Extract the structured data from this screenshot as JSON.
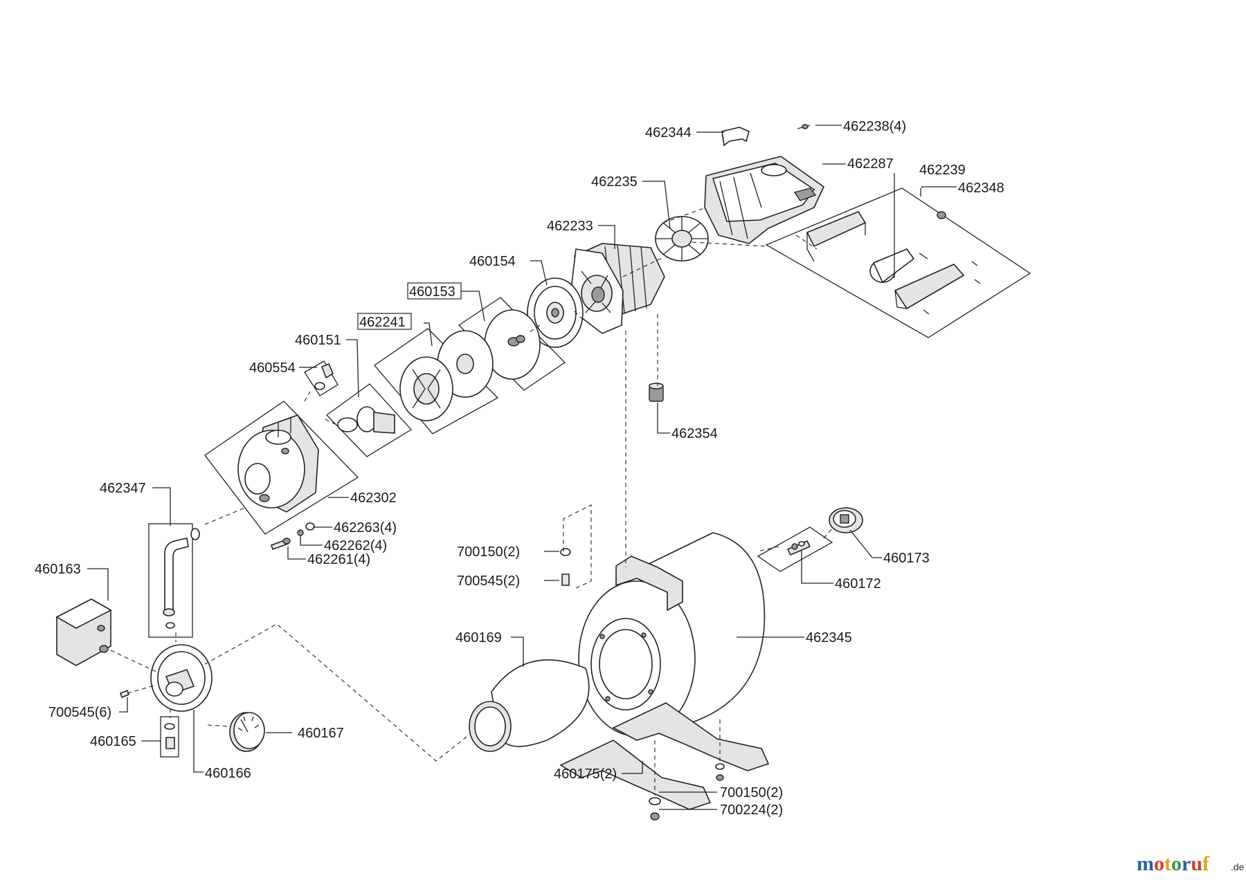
{
  "diagram": {
    "labels": [
      {
        "id": "l-462344",
        "text": "462344"
      },
      {
        "id": "l-462238",
        "text": "462238(4)"
      },
      {
        "id": "l-462287",
        "text": "462287"
      },
      {
        "id": "l-462239",
        "text": "462239"
      },
      {
        "id": "l-462235",
        "text": "462235"
      },
      {
        "id": "l-462348",
        "text": "462348"
      },
      {
        "id": "l-462233",
        "text": "462233"
      },
      {
        "id": "l-460154",
        "text": "460154"
      },
      {
        "id": "l-460153",
        "text": "460153"
      },
      {
        "id": "l-462241",
        "text": "462241"
      },
      {
        "id": "l-460151",
        "text": "460151"
      },
      {
        "id": "l-460554",
        "text": "460554"
      },
      {
        "id": "l-462354",
        "text": "462354"
      },
      {
        "id": "l-462347",
        "text": "462347"
      },
      {
        "id": "l-462302",
        "text": "462302"
      },
      {
        "id": "l-462263",
        "text": "462263(4)"
      },
      {
        "id": "l-462262",
        "text": "462262(4)"
      },
      {
        "id": "l-462261",
        "text": "462261(4)"
      },
      {
        "id": "l-460163",
        "text": "460163"
      },
      {
        "id": "l-700150a",
        "text": "700150(2)"
      },
      {
        "id": "l-700545a",
        "text": "700545(2)"
      },
      {
        "id": "l-460173",
        "text": "460173"
      },
      {
        "id": "l-460172",
        "text": "460172"
      },
      {
        "id": "l-460169",
        "text": "460169"
      },
      {
        "id": "l-462345",
        "text": "462345"
      },
      {
        "id": "l-700545b",
        "text": "700545(6)"
      },
      {
        "id": "l-460167",
        "text": "460167"
      },
      {
        "id": "l-460165",
        "text": "460165"
      },
      {
        "id": "l-460166",
        "text": "460166"
      },
      {
        "id": "l-460175",
        "text": "460175(2)"
      },
      {
        "id": "l-700150b",
        "text": "700150(2)"
      },
      {
        "id": "l-700224",
        "text": "700224(2)"
      }
    ]
  },
  "watermark": {
    "brand": "motoruf",
    "suffix": ".de",
    "colors": [
      "#2b5fa8",
      "#d23c2c",
      "#e0a21c",
      "#3a9a3a",
      "#2b5fa8",
      "#d23c2c",
      "#e0a21c"
    ]
  }
}
